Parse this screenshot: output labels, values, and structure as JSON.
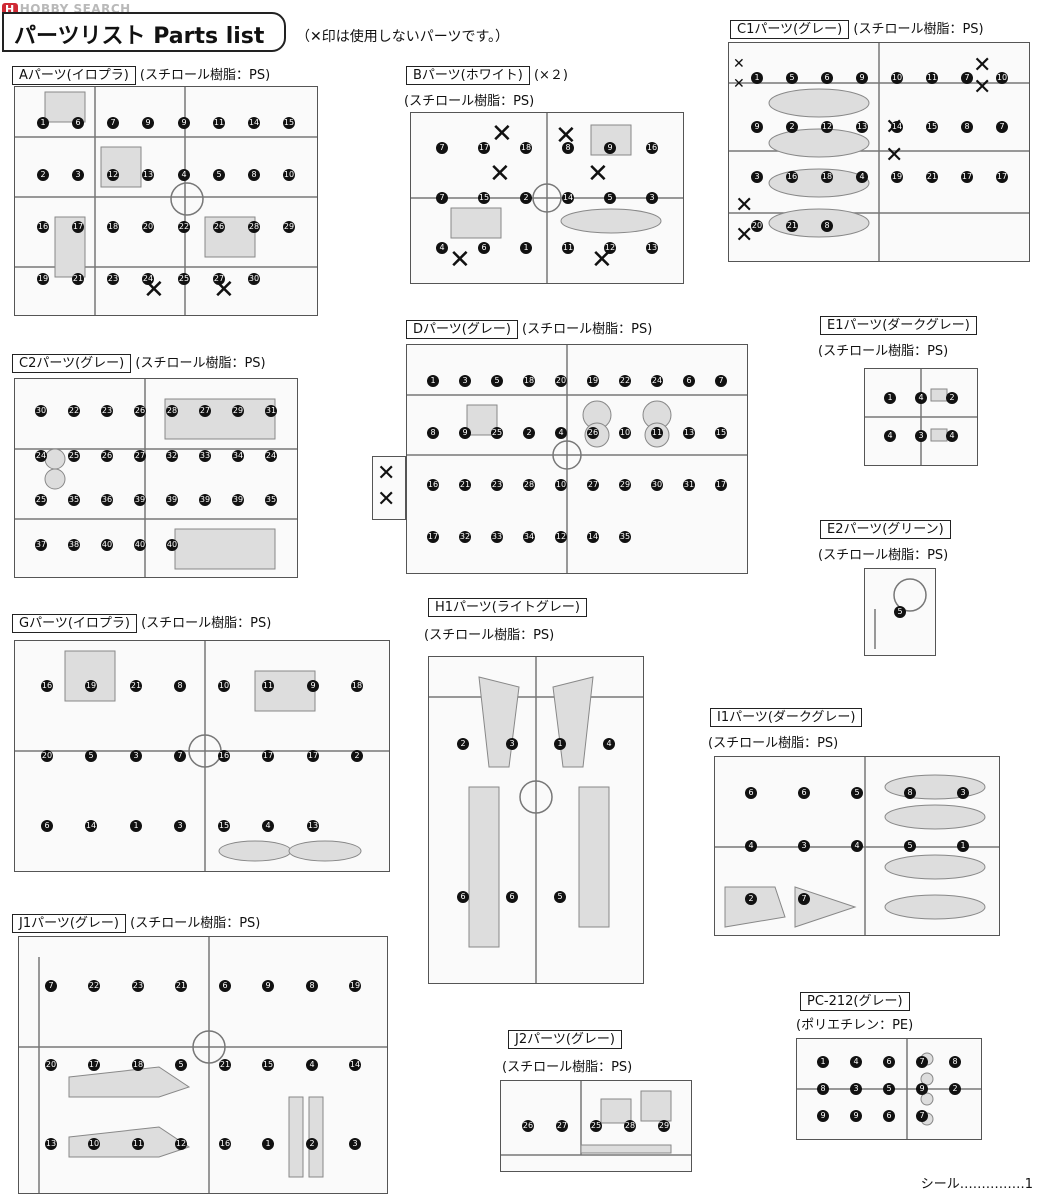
{
  "header": {
    "logo_badge": "H",
    "logo_text": "HOBBY SEARCH",
    "title": "パーツリスト Parts list",
    "note": "（✕印は使用しないパーツです。）"
  },
  "runners": {
    "A": {
      "name": "Aパーツ(イロプラ)",
      "material": "(スチロール樹脂：PS)"
    },
    "B": {
      "name": "Bパーツ(ホワイト)",
      "count": "(×２)",
      "material": "(スチロール樹脂：PS)"
    },
    "C1": {
      "name": "C1パーツ(グレー)",
      "material": "(スチロール樹脂：PS)"
    },
    "C2": {
      "name": "C2パーツ(グレー)",
      "material": "(スチロール樹脂：PS)"
    },
    "D": {
      "name": "Dパーツ(グレー)",
      "material": "(スチロール樹脂：PS)"
    },
    "E1": {
      "name": "E1パーツ(ダークグレー)",
      "material": "(スチロール樹脂：PS)"
    },
    "E2": {
      "name": "E2パーツ(グリーン)",
      "material": "(スチロール樹脂：PS)"
    },
    "G": {
      "name": "Gパーツ(イロプラ)",
      "material": "(スチロール樹脂：PS)"
    },
    "H1": {
      "name": "H1パーツ(ライトグレー)",
      "material": "(スチロール樹脂：PS)"
    },
    "I1": {
      "name": "I1パーツ(ダークグレー)",
      "material": "(スチロール樹脂：PS)"
    },
    "J1": {
      "name": "J1パーツ(グレー)",
      "material": "(スチロール樹脂：PS)"
    },
    "J2": {
      "name": "J2パーツ(グレー)",
      "material": "(スチロール樹脂：PS)"
    },
    "PC": {
      "name": "PC-212(グレー)",
      "material": "(ポリエチレン：PE)"
    }
  },
  "part_numbers": {
    "A": [
      "1",
      "6",
      "7",
      "9",
      "9",
      "11",
      "14",
      "15",
      "2",
      "3",
      "12",
      "13",
      "4",
      "5",
      "8",
      "10",
      "16",
      "17",
      "18",
      "20",
      "22",
      "26",
      "28",
      "29",
      "19",
      "21",
      "23",
      "24",
      "25",
      "27",
      "30"
    ],
    "B": [
      "7",
      "17",
      "18",
      "8",
      "9",
      "16",
      "7",
      "15",
      "2",
      "14",
      "5",
      "3",
      "4",
      "6",
      "1",
      "11",
      "12",
      "13"
    ],
    "C1": [
      "1",
      "5",
      "6",
      "9",
      "10",
      "11",
      "7",
      "10",
      "9",
      "2",
      "12",
      "13",
      "14",
      "15",
      "8",
      "7",
      "3",
      "16",
      "18",
      "4",
      "19",
      "21",
      "17",
      "17",
      "20",
      "21",
      "8"
    ],
    "C2": [
      "30",
      "22",
      "23",
      "26",
      "28",
      "27",
      "29",
      "31",
      "24",
      "25",
      "26",
      "27",
      "32",
      "33",
      "34",
      "24",
      "25",
      "35",
      "36",
      "39",
      "39",
      "39",
      "39",
      "35",
      "37",
      "38",
      "40",
      "40",
      "40"
    ],
    "D": [
      "1",
      "3",
      "5",
      "18",
      "20",
      "19",
      "22",
      "24",
      "6",
      "7",
      "8",
      "9",
      "25",
      "2",
      "4",
      "26",
      "10",
      "11",
      "13",
      "15",
      "16",
      "21",
      "23",
      "28",
      "10",
      "27",
      "29",
      "30",
      "31",
      "17",
      "17",
      "32",
      "33",
      "34",
      "12",
      "14",
      "35"
    ],
    "E1": [
      "1",
      "4",
      "2",
      "4",
      "3",
      "4"
    ],
    "E2": [
      "5"
    ],
    "G": [
      "16",
      "19",
      "21",
      "8",
      "10",
      "11",
      "9",
      "18",
      "20",
      "5",
      "3",
      "7",
      "16",
      "17",
      "17",
      "2",
      "6",
      "14",
      "1",
      "3",
      "15",
      "4",
      "13"
    ],
    "H1": [
      "2",
      "3",
      "1",
      "4",
      "6",
      "6",
      "5"
    ],
    "I1": [
      "6",
      "6",
      "5",
      "8",
      "3",
      "4",
      "3",
      "4",
      "5",
      "1",
      "2",
      "7"
    ],
    "J1": [
      "7",
      "22",
      "23",
      "21",
      "6",
      "9",
      "8",
      "19",
      "20",
      "17",
      "18",
      "5",
      "21",
      "15",
      "4",
      "14",
      "13",
      "10",
      "11",
      "12",
      "16",
      "1",
      "2",
      "3"
    ],
    "J2": [
      "26",
      "27",
      "25",
      "28",
      "29"
    ],
    "PC": [
      "1",
      "4",
      "6",
      "7",
      "8",
      "8",
      "3",
      "5",
      "9",
      "2",
      "9",
      "9",
      "6",
      "7"
    ]
  },
  "footer": {
    "sticker": "シール……………1"
  }
}
